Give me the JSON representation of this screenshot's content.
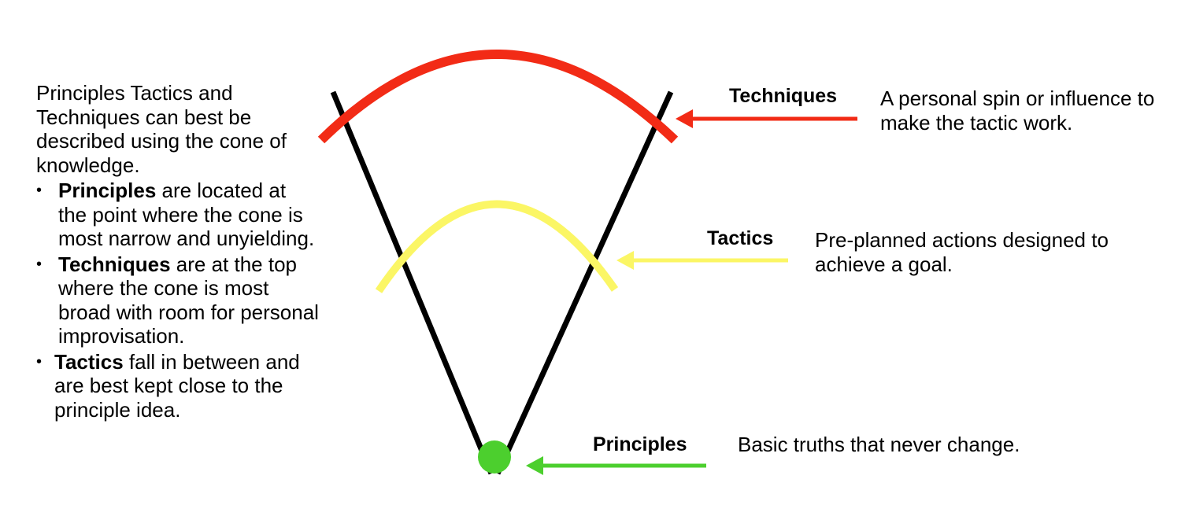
{
  "intro": {
    "paragraph": "Principles Tactics and Techniques can best be described using the cone of knowledge.",
    "bullets": [
      {
        "term": "Principles",
        "text": " are located at the point where the cone is most narrow and unyielding."
      },
      {
        "term": "Techniques",
        "text": " are at the top where the cone is most broad with room for personal improvisation."
      },
      {
        "term": "Tactics",
        "text": " fall in between and are best kept close to the principle idea."
      }
    ]
  },
  "levels": {
    "techniques": {
      "label": "Techniques",
      "description": "A personal spin or influence to make the tactic work.",
      "color": "#f22b16"
    },
    "tactics": {
      "label": "Tactics",
      "description": "Pre-planned actions designed to achieve a goal.",
      "color": "#fbf665"
    },
    "principles": {
      "label": "Principles",
      "description": "Basic truths that never change.",
      "color": "#4ccf2e"
    }
  },
  "colors": {
    "cone_lines": "#000000"
  }
}
